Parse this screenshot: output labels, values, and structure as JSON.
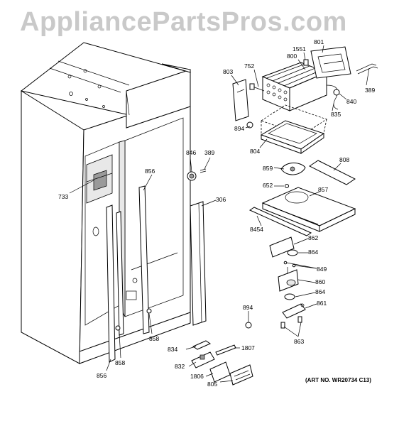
{
  "watermark": "AppliancePartsPros.com",
  "art_number": "(ART NO. WR20734 C13)",
  "labels": {
    "p800": "800",
    "p801": "801",
    "p1551": "1551",
    "p752": "752",
    "p803": "803",
    "p389a": "389",
    "p840": "840",
    "p835": "835",
    "p894a": "894",
    "p804": "804",
    "p846": "846",
    "p389b": "389",
    "p856a": "856",
    "p733": "733",
    "p306": "306",
    "p808": "808",
    "p859": "859",
    "p652": "652",
    "p857": "857",
    "p8454": "8454",
    "p862": "862",
    "p864a": "864",
    "p849": "849",
    "p860": "860",
    "p864b": "864",
    "p861": "861",
    "p894b": "894",
    "p863": "863",
    "p858a": "858",
    "p834": "834",
    "p1807": "1807",
    "p832": "832",
    "p1806": "1806",
    "p805": "805",
    "p856b": "856",
    "p858b": "858"
  }
}
